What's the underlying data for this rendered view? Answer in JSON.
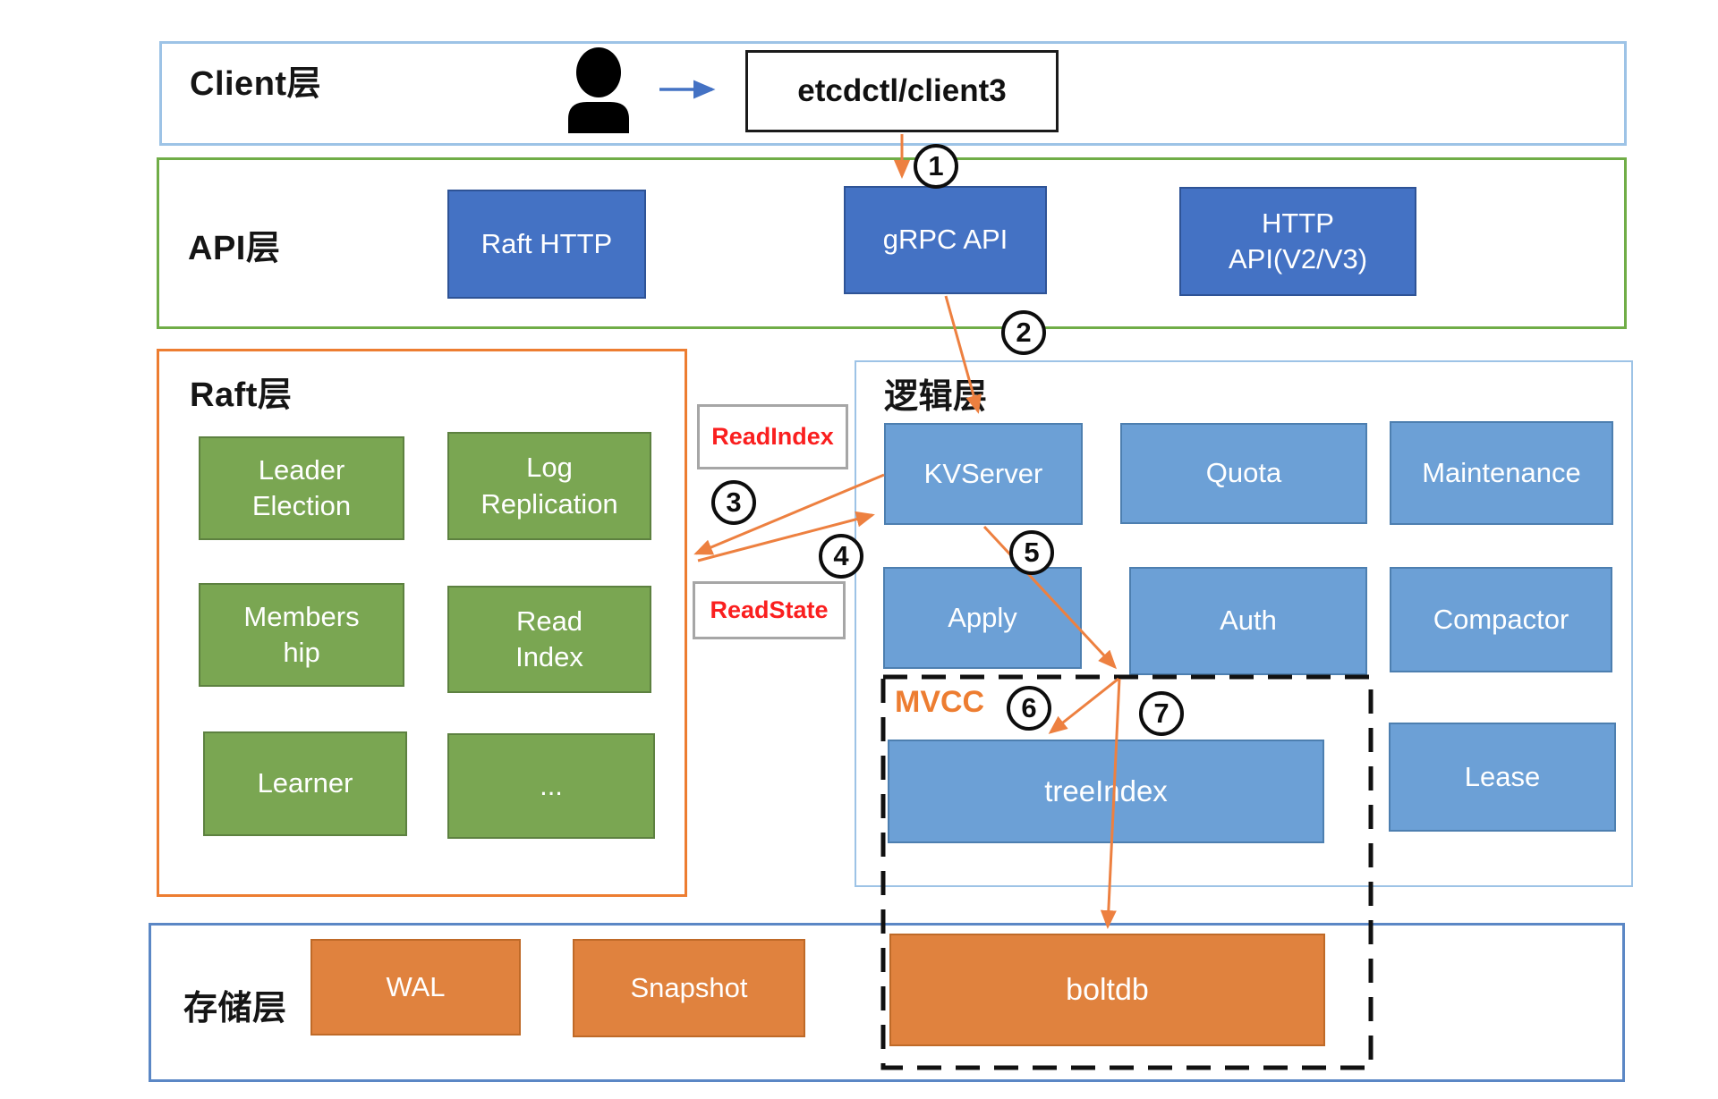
{
  "client": {
    "label": "Client层",
    "client_box": "etcdctl/client3"
  },
  "api": {
    "label": "API层",
    "boxes": [
      {
        "label": "Raft HTTP"
      },
      {
        "label": "gRPC API"
      },
      {
        "lines": [
          "HTTP",
          "API(V2/V3)"
        ]
      }
    ]
  },
  "raft": {
    "label": "Raft层",
    "boxes": [
      {
        "lines": [
          "Leader",
          "Election"
        ]
      },
      {
        "lines": [
          "Log",
          "Replication"
        ]
      },
      {
        "lines": [
          "Members",
          "hip"
        ]
      },
      {
        "lines": [
          "Read",
          "Index"
        ]
      },
      {
        "label": "Learner"
      },
      {
        "label": "..."
      }
    ]
  },
  "logic": {
    "label": "逻辑层",
    "mvcc_label": "MVCC",
    "boxes": [
      {
        "label": "KVServer"
      },
      {
        "label": "Quota"
      },
      {
        "label": "Maintenance"
      },
      {
        "label": "Apply"
      },
      {
        "label": "Auth"
      },
      {
        "label": "Compactor"
      },
      {
        "label": "treeIndex"
      },
      {
        "label": "Lease"
      }
    ]
  },
  "storage": {
    "label": "存储层",
    "boxes": [
      {
        "label": "WAL"
      },
      {
        "label": "Snapshot"
      },
      {
        "label": "boltdb"
      }
    ]
  },
  "notes": {
    "read_index": "ReadIndex",
    "read_state": "ReadState"
  },
  "steps": [
    "1",
    "2",
    "3",
    "4",
    "5",
    "6",
    "7"
  ],
  "colors": {
    "dark_blue": "#4472C4",
    "light_blue": "#6CA0D6",
    "green_box": "#7AA652",
    "orange_box": "#E0823E",
    "arrow_orange": "#ED8040",
    "client_border": "#9DC3E6",
    "api_border": "#70AD47",
    "raft_border": "#ED7D31",
    "storage_border": "#5B87C5",
    "note_red": "#FA1F1F",
    "mvcc_orange": "#ED7D31"
  }
}
